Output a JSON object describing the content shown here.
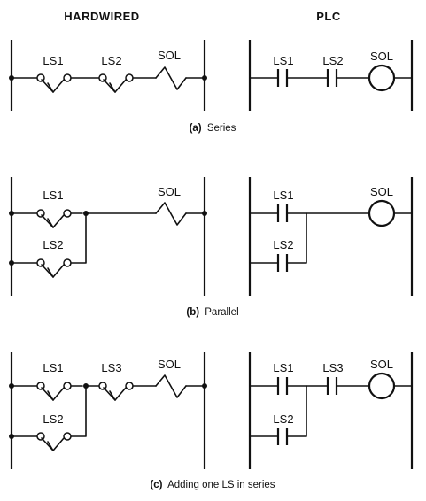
{
  "headers": {
    "hardwired": "HARDWIRED",
    "plc": "PLC"
  },
  "labels": {
    "ls1": "LS1",
    "ls2": "LS2",
    "ls3": "LS3",
    "sol": "SOL"
  },
  "captions": {
    "a_prefix": "(a)",
    "a_text": "Series",
    "b_prefix": "(b)",
    "b_text": "Parallel",
    "c_prefix": "(c)",
    "c_text": "Adding one LS in series"
  }
}
